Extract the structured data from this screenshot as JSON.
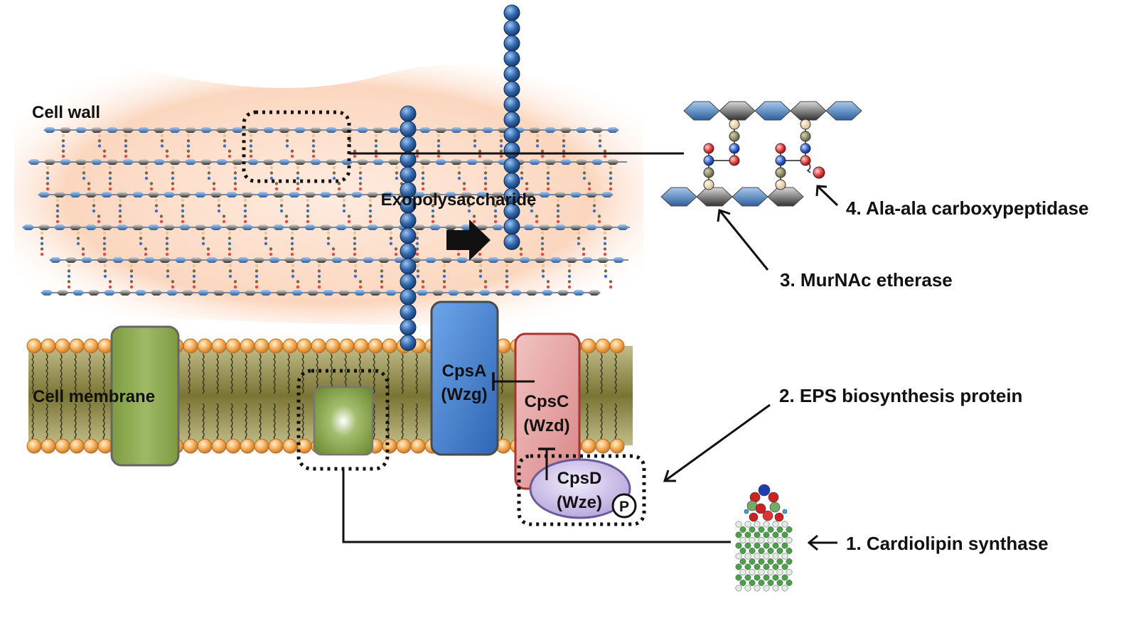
{
  "labels": {
    "cell_wall": "Cell wall",
    "cell_membrane": "Cell membrane",
    "exopolysaccharide": "Exopolysaccharide"
  },
  "proteins": {
    "cpsa": {
      "name": "CpsA",
      "alias": "(Wzg)"
    },
    "cpsc": {
      "name": "CpsC",
      "alias": "(Wzd)"
    },
    "cpsd": {
      "name": "CpsD",
      "alias": "(Wze)"
    },
    "phosphate": "P"
  },
  "callouts": {
    "c1": "1. Cardiolipin synthase",
    "c2": "2. EPS biosynthesis protein",
    "c3": "3. MurNAc etherase",
    "c4": "4. Ala-ala carboxypeptidase"
  },
  "colors": {
    "cell_wall_glow": "#f7c9a8",
    "membrane_core": "#6e6a2c",
    "lipid_head": "#f2a54c",
    "eps_bead": "#2f62a6",
    "cpsa": "#3f7fd0",
    "cpsc": "#e49a9a",
    "cpsd": "#c7b8e8",
    "green_protein": "#7c9a3e",
    "glycan_blue": "#3d78b8",
    "glycan_dark": "#555555"
  },
  "icons": [
    "arrow-right-icon",
    "phosphate-icon",
    "cardiolipin-molecule-icon"
  ]
}
